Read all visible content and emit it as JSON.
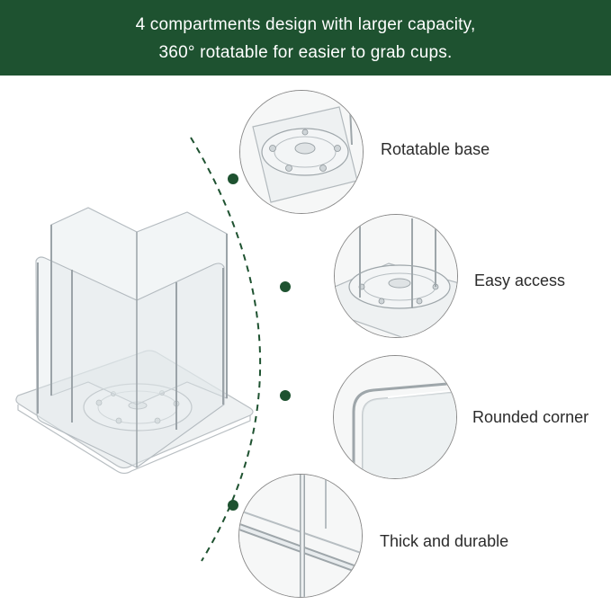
{
  "banner": {
    "line1": "4 compartments design with larger capacity,",
    "line2": "360° rotatable for easier to grab cups.",
    "background": "#1e5230",
    "text_color": "#ffffff"
  },
  "features": [
    {
      "label": "Rotatable base",
      "icon": "rotating-base-closeup"
    },
    {
      "label": "Easy access",
      "icon": "open-compartment-closeup"
    },
    {
      "label": "Rounded corner",
      "icon": "rounded-corner-closeup"
    },
    {
      "label": "Thick and durable",
      "icon": "thick-panel-closeup"
    }
  ],
  "accent_color": "#1e5230"
}
